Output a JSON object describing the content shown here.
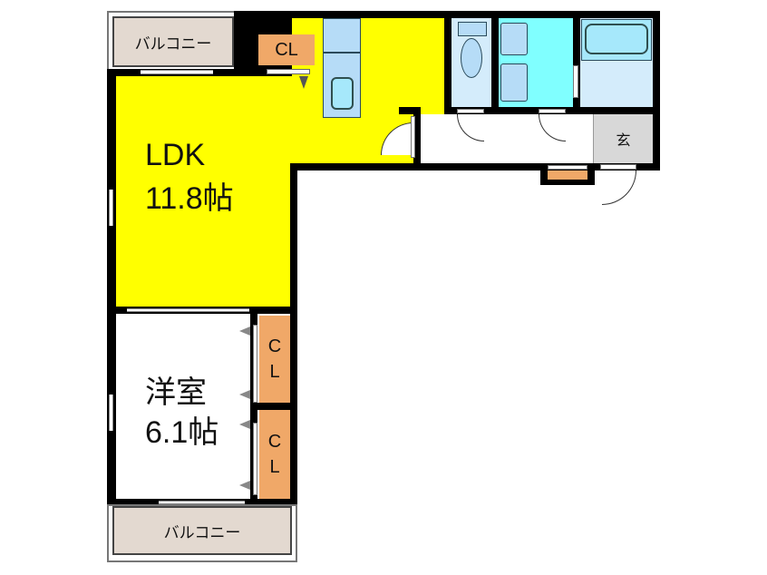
{
  "floor_plan": {
    "rooms": {
      "ldk": {
        "name": "LDK",
        "size": "11.8帖"
      },
      "western_room": {
        "name": "洋室",
        "size": "6.1帖"
      },
      "genkan": {
        "name": "玄"
      }
    },
    "closets": {
      "ldk_closet": "CL",
      "western_closet_1_top": "C",
      "western_closet_1_bottom": "L",
      "western_closet_2_top": "C",
      "western_closet_2_bottom": "L"
    },
    "balconies": {
      "top": "バルコニー",
      "bottom": "バルコニー"
    },
    "colors": {
      "ldk": "#ffff00",
      "closet": "#f0a868",
      "balcony": "#e3d9d0",
      "wet_area": "#d4ecfb",
      "washroom": "#80ffff",
      "genkan": "#d8d8d8",
      "wall": "#000000"
    }
  }
}
